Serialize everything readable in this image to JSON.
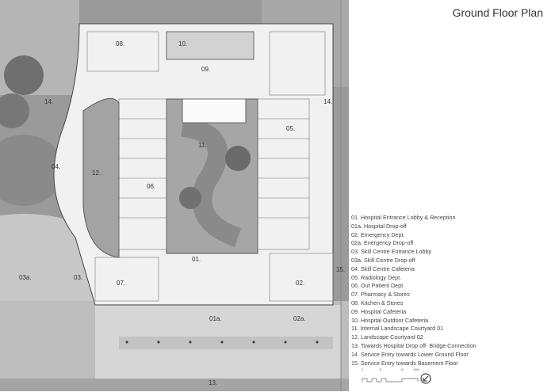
{
  "title": "Ground Floor Plan",
  "plan_labels": {
    "l08": "08.",
    "l10": "10.",
    "l09": "09.",
    "l14a": "14.",
    "l14b": "14.",
    "l11": "11.",
    "l05": "05.",
    "l12": "12.",
    "l04": "04.",
    "l06": "06.",
    "l01": "01.",
    "l03a": "03a.",
    "l03": "03.",
    "l07": "07.",
    "l02": "02.",
    "l15": "15.",
    "l01a": "01a.",
    "l02a": "02a.",
    "l13": "13."
  },
  "legend": [
    "01. Hospital Entrance Lobby & Reception",
    "01a. Hospital Drop-off",
    "02. Emergency Dept.",
    "02a. Energency Drop-off",
    "03. Skill Centre Entrance Lobby",
    "03a. Skill Centre Drop-off",
    "04. Skill Centre Cafeteria",
    "05. Radiology Dept.",
    "06. Out Patient Dept.",
    "07. Pharmacy & Stores",
    "08. Kitchen & Stores",
    "09. Hospital Cafeteria",
    "10. Hospital Outdoor Cafeteria",
    "11. Internal Landscape Courtyard 01",
    "12. Landscape Courtyard 02",
    "13. Towards Hospital Drop off- Bridge Connection",
    "14. Service Entry towards Lower Ground Floor",
    "15. Service Entry towards Basement Floor"
  ],
  "scale": {
    "ticks": [
      "0",
      "5",
      "10",
      "15M"
    ]
  }
}
